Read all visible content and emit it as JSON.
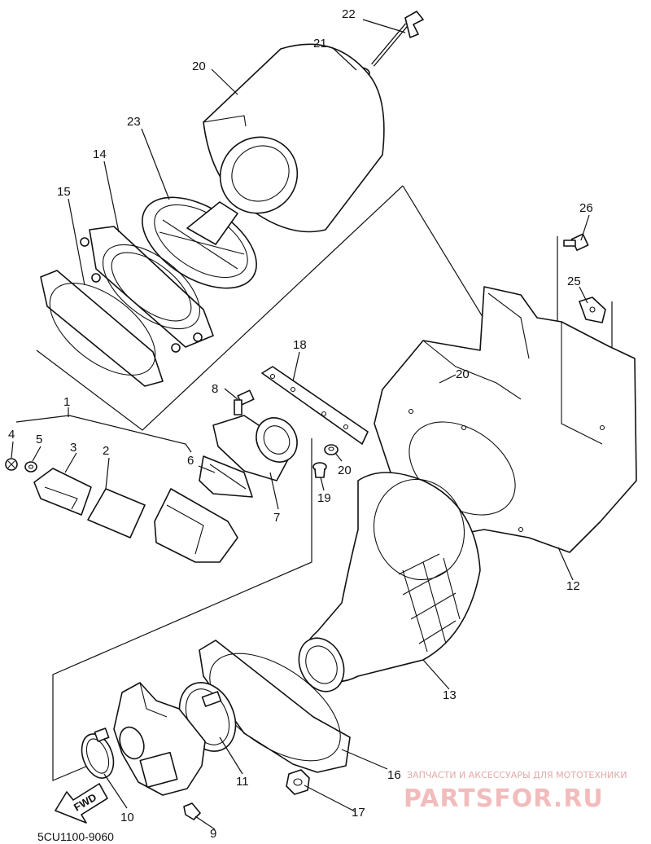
{
  "diagram": {
    "drawing_code": "5CU1100-9060",
    "direction_label": "FWD",
    "callouts": [
      {
        "id": "1",
        "text": "1"
      },
      {
        "id": "2",
        "text": "2"
      },
      {
        "id": "3",
        "text": "3"
      },
      {
        "id": "4",
        "text": "4"
      },
      {
        "id": "5",
        "text": "5"
      },
      {
        "id": "6",
        "text": "6"
      },
      {
        "id": "7",
        "text": "7"
      },
      {
        "id": "8",
        "text": "8"
      },
      {
        "id": "9",
        "text": "9"
      },
      {
        "id": "10",
        "text": "10"
      },
      {
        "id": "11",
        "text": "11"
      },
      {
        "id": "12",
        "text": "12"
      },
      {
        "id": "13",
        "text": "13"
      },
      {
        "id": "14",
        "text": "14"
      },
      {
        "id": "15",
        "text": "15"
      },
      {
        "id": "16",
        "text": "16"
      },
      {
        "id": "17",
        "text": "17"
      },
      {
        "id": "18",
        "text": "18"
      },
      {
        "id": "19",
        "text": "19"
      },
      {
        "id": "20a",
        "text": "20"
      },
      {
        "id": "20b",
        "text": "20"
      },
      {
        "id": "21",
        "text": "21"
      },
      {
        "id": "22",
        "text": "22"
      },
      {
        "id": "23",
        "text": "23"
      },
      {
        "id": "24",
        "text": "24"
      },
      {
        "id": "25",
        "text": "25"
      },
      {
        "id": "26",
        "text": "26"
      }
    ]
  },
  "watermark": {
    "tagline": "ЗАПЧАСТИ И АКСЕССУАРЫ ДЛЯ МОТОТЕХНИКИ",
    "logo": "PARTSFOR.RU",
    "color": "#f2bcbc"
  }
}
